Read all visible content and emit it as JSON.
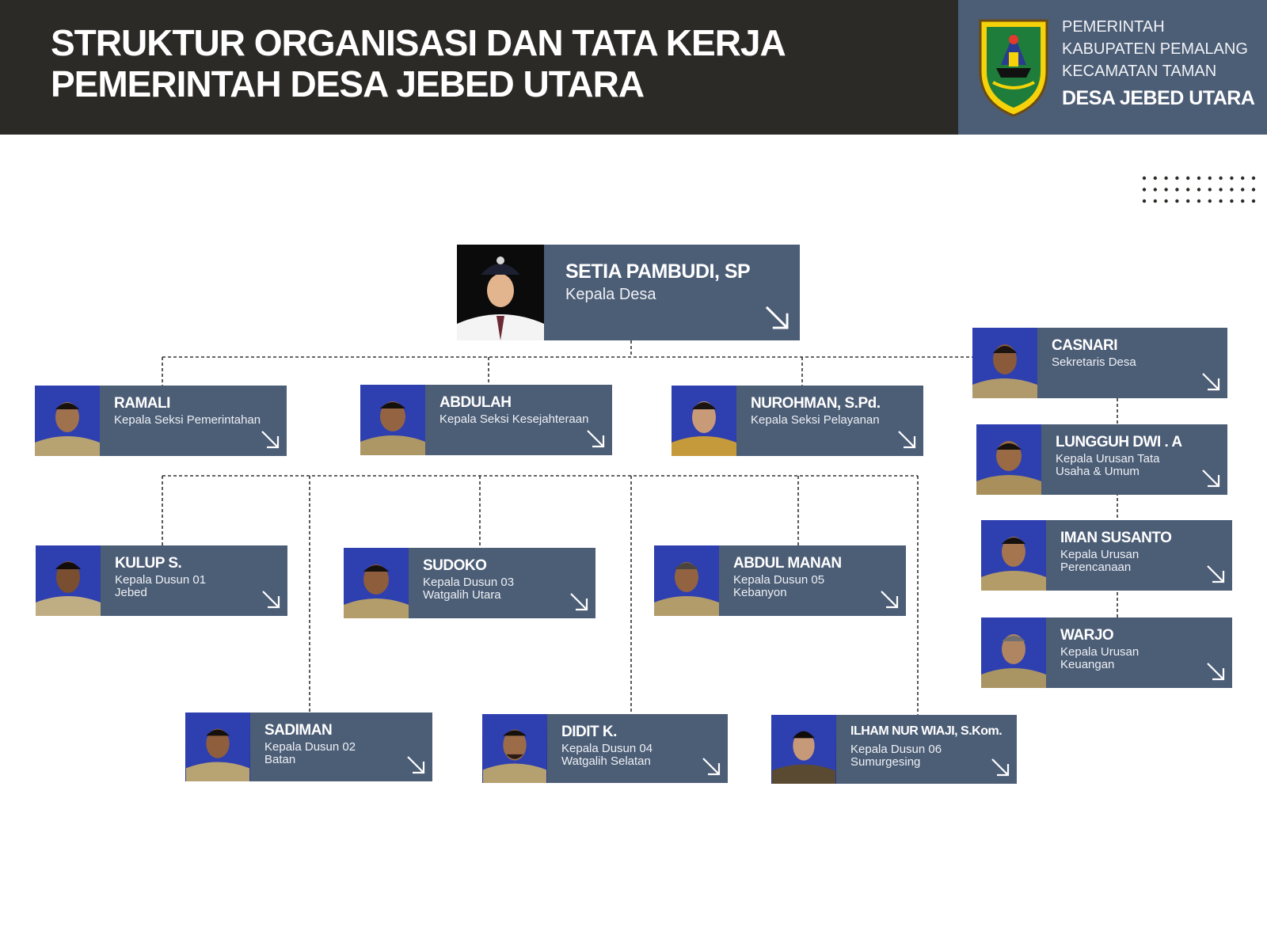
{
  "header": {
    "title_line1": "STRUKTUR ORGANISASI DAN TATA KERJA",
    "title_line2": "PEMERINTAH DESA JEBED UTARA",
    "gov_line": "PEMERINTAH KABUPATEN PEMALANG KECAMATAN TAMAN",
    "village": "DESA JEBED UTARA"
  },
  "org": {
    "head": {
      "name": "SETIA PAMBUDI, SP",
      "role": "Kepala Desa"
    },
    "sekretaris": {
      "name": "CASNARI",
      "role": "Sekretaris Desa"
    },
    "urusan": [
      {
        "name": "LUNGGUH DWI . A",
        "role": "Kepala Urusan Tata Usaha & Umum"
      },
      {
        "name": "IMAN SUSANTO",
        "role": "Kepala Urusan Perencanaan"
      },
      {
        "name": "WARJO",
        "role": "Kepala Urusan Keuangan"
      }
    ],
    "seksi": [
      {
        "name": "RAMALI",
        "role": "Kepala Seksi Pemerintahan"
      },
      {
        "name": "ABDULAH",
        "role": "Kepala Seksi Kesejahteraan"
      },
      {
        "name": "NUROHMAN, S.Pd.",
        "role": "Kepala Seksi Pelayanan"
      }
    ],
    "dusun": [
      {
        "name": "KULUP S.",
        "role": "Kepala Dusun 01 Jebed"
      },
      {
        "name": "SADIMAN",
        "role": "Kepala Dusun 02 Batan"
      },
      {
        "name": "SUDOKO",
        "role": "Kepala Dusun 03 Watgalih Utara"
      },
      {
        "name": "DIDIT K.",
        "role": "Kepala Dusun 04 Watgalih Selatan"
      },
      {
        "name": "ABDUL MANAN",
        "role": "Kepala Dusun 05  Kebanyon"
      },
      {
        "name": "ILHAM NUR WIAJI, S.Kom.",
        "role": "Kepala Dusun 06 Sumurgesing"
      }
    ]
  },
  "colors": {
    "header_dark": "#2b2a26",
    "card": "#4c5d76",
    "photo_bg": "#2e3fb0",
    "connector": "#333333"
  }
}
